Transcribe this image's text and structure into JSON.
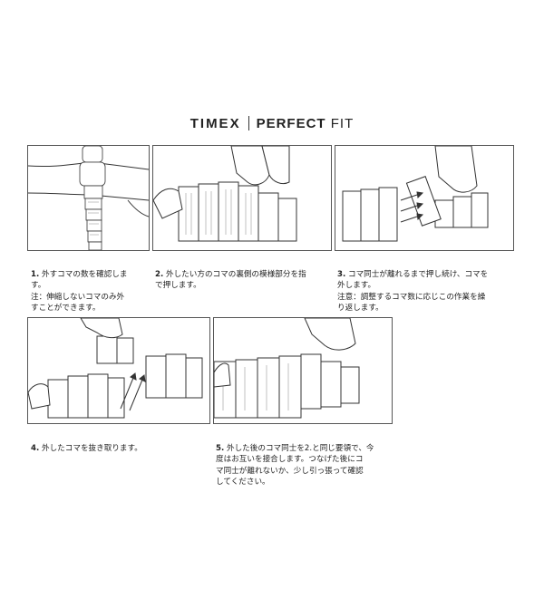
{
  "brand": {
    "name": "TIMEX",
    "tagline_bold": "PERFECT",
    "tagline_light": "FIT"
  },
  "steps": [
    {
      "number": "1.",
      "text": "外すコマの数を確認しま\nす。\n注：伸縮しないコマのみ外\nすことができます。"
    },
    {
      "number": "2.",
      "text": "外したい方のコマの裏側の模様部分を指\nで押します。"
    },
    {
      "number": "3.",
      "text": "コマ同士が離れるまで押し続け、コマを\n外します。\n注意：調整するコマ数に応じこの作業を繰\nり返します。"
    },
    {
      "number": "4.",
      "text": "外したコマを抜き取ります。"
    },
    {
      "number": "5.",
      "text": "外した後のコマ同士を2.と同じ要領で、今\n度はお互いを接合します。つなげた後にコ\nマ同士が離れないか、少し引っ張って確認\nしてください。"
    }
  ]
}
